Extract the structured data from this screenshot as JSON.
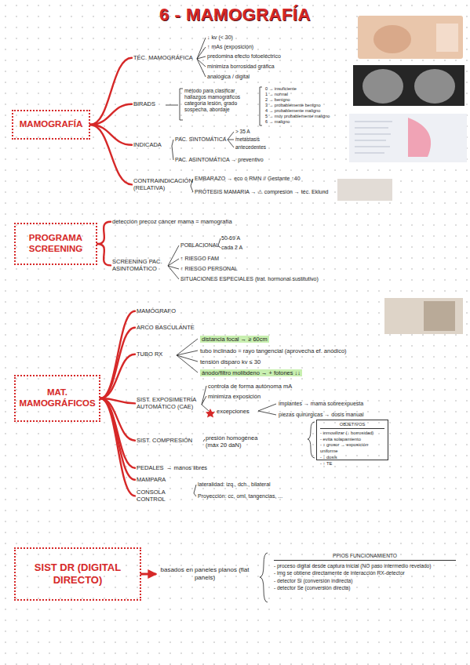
{
  "diagram": {
    "title": "6 - MAMOGRAFÍA",
    "nodes": [
      {
        "text": [
          "MAMOGRAFÍA"
        ]
      },
      {
        "text": [
          "TÉC. MAMOGRÁFICA"
        ]
      },
      {
        "text": [
          "BIRADS"
        ]
      },
      {
        "text": [
          "INDICADA"
        ]
      },
      {
        "text": [
          "CONTRAINDICACIÓN (RELATIVA)"
        ]
      },
      {
        "text": [
          "PROGRAMA SCREENING"
        ]
      },
      {
        "text": [
          "detección precoz cáncer mama = mamografía"
        ]
      },
      {
        "text": [
          "SCREENING PAC. ASINTOMÁTICO"
        ]
      },
      {
        "text": [
          "MAT. MAMOGRÁFICOS"
        ]
      },
      {
        "text": [
          "MAMÓGRAFO"
        ]
      },
      {
        "text": [
          "ARCO BASCULANTE"
        ]
      },
      {
        "text": [
          "TUBO RX"
        ]
      },
      {
        "text": [
          "SIST. EXPOSIMETRÍA AUTOMÁTICO (CAE)"
        ]
      },
      {
        "text": [
          "SIST. COMPRESIÓN"
        ]
      },
      {
        "text": [
          "PEDALES"
        ]
      },
      {
        "text": [
          "MAMPARA"
        ]
      },
      {
        "text": [
          "CONSOLA CONTROL"
        ]
      },
      {
        "text": [
          "OBJETIVOS",
          "- inmovilizar (↓ borrosidad)",
          "- evita solapamiento",
          "- ↓ grosor → exposición uniforme",
          "- ↓ dosis",
          "- ↑ TE"
        ]
      },
      {
        "text": [
          "SIST DR (DIGITAL DIRECTO)"
        ]
      },
      {
        "text": [
          "basados en paneles planos (flat panels)"
        ]
      },
      {
        "text": [
          "PPIOS FUNCIONAMIENTO",
          "- proceso digital desde captura inicial (NO paso intermedio revelado)",
          "- img se obtiene directamente de interacción RX-detector",
          "- detector Si (conversión indirecta)",
          "- detector Se (conversión directa)"
        ]
      }
    ],
    "edges": [
      {
        "from": 0,
        "to": 1,
        "arrow": "none"
      },
      {
        "from": 0,
        "to": 2,
        "arrow": "none"
      },
      {
        "from": 0,
        "to": 3,
        "arrow": "none"
      },
      {
        "from": 0,
        "to": 4,
        "arrow": "none"
      },
      {
        "from": 5,
        "to": 6,
        "arrow": "none"
      },
      {
        "from": 5,
        "to": 7,
        "arrow": "none"
      },
      {
        "from": 8,
        "to": 9,
        "arrow": "none"
      },
      {
        "from": 8,
        "to": 10,
        "arrow": "none"
      },
      {
        "from": 8,
        "to": 11,
        "arrow": "none"
      },
      {
        "from": 8,
        "to": 12,
        "arrow": "none"
      },
      {
        "from": 8,
        "to": 13,
        "arrow": "none"
      },
      {
        "from": 8,
        "to": 14,
        "arrow": "none"
      },
      {
        "from": 8,
        "to": 15,
        "arrow": "none"
      },
      {
        "from": 8,
        "to": 16,
        "arrow": "none"
      },
      {
        "from": 18,
        "to": 19,
        "arrow": "to"
      }
    ],
    "labels": [
      "↓ kv (< 30)",
      "↑ mAs (exposición)",
      "predomina efecto fotoeléctrico",
      "minimiza borrosidad gráfica",
      "analógica / digital",
      "método para clasificar hallazgos mamográficos categoría lesión, grado sospecha, abordaje",
      "0 → insuficiente",
      "1 → normal",
      "2 → benigno",
      "3 → probablemente benigno",
      "4 → probablemente maligno",
      "5 → muy probablemente maligno",
      "6 → maligno",
      "PAC. SINTOMÁTICA",
      "> 35 A",
      "metástasis",
      "antecedentes",
      "PAC. ASINTOMÁTICA → preventivo",
      "EMBARAZO → eco ó RMN // Gestante ↑40",
      "PRÓTESIS MAMARIA → ⚠ compresión → téc. Eklund",
      "POBLACIONAL",
      "50-69 A",
      "cada 2 A",
      "↑ RIESGO FAM",
      "↑ RIESGO PERSONAL",
      "SITUACIONES ESPECIALES (trat. hormonal sustitutivo)",
      "distancia focal → ≥ 60cm",
      "tubo inclinado = rayo tangencial (aprovecha ef. anódico)",
      "tensión disparo kv ≤ 30",
      "ánodo/filtro molibdeno → + fotones ↓↓",
      "controla de forma autónoma mA",
      "minimiza exposición",
      "excepciones",
      "implantes → mama sobreexpuesta",
      "piezas quirúrgicas → dosis manual",
      "presión homogénea (máx 20 daN)",
      "→ manos libres",
      "lateralidad: izq., dch., bilateral",
      "Proyección: cc, oml, tangencias, ..."
    ]
  }
}
